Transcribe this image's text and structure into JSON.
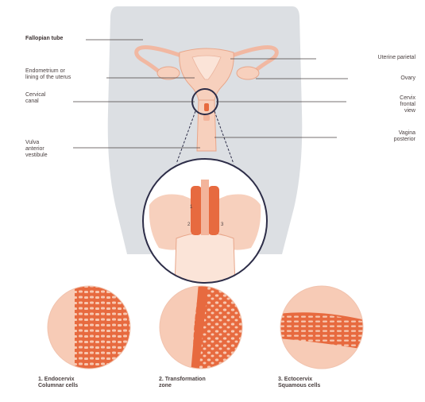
{
  "labels": {
    "fallopian_tube": "Fallopian tube",
    "endometrium": "Endometrium or\nlining of the uterus",
    "cervical_canal": "Cervical\ncanal",
    "vulva": "Vulva\nanterior\nvestibule",
    "uterus": "Uterine parietal",
    "ovary": "Ovary",
    "cervix": "Cervix\nfrontal\nview",
    "vagina": "Vagina\nposterior"
  },
  "captions": [
    "1. Endocervix\nColumnar cells",
    "2. Transformation\nzone",
    "3. Ectocervix\nSquamous cells"
  ],
  "colors": {
    "body_silhouette": "#dcdfe3",
    "organ_fill": "#f7d0bd",
    "organ_stroke": "#e8a68a",
    "tissue_dark": "#e76a3f",
    "tissue_light": "#f3b49b",
    "circle_stroke": "#2d2d48"
  }
}
